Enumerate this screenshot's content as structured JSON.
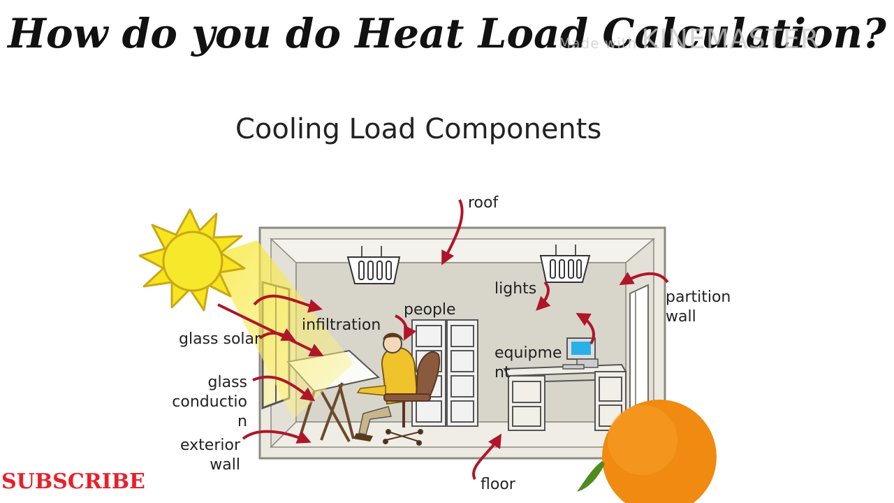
{
  "title": "How do you do Heat Load Calculation?",
  "watermark": {
    "small": "Made with",
    "brand": "KINEMASTER"
  },
  "diagram": {
    "title": "Cooling Load Components",
    "labels": {
      "roof": "roof",
      "lights": "lights",
      "people": "people",
      "infiltration": "infiltration",
      "glass_solar": "glass solar",
      "glass_conduction_1": "glass",
      "glass_conduction_2": "conductio",
      "glass_conduction_3": "n",
      "exterior_wall_1": "exterior",
      "exterior_wall_2": "wall",
      "partition_wall_1": "partition",
      "partition_wall_2": "wall",
      "equipment_1": "equipme",
      "equipment_2": "nt",
      "floor": "floor"
    }
  },
  "subscribe_label": "SUBSCRIBE",
  "colors": {
    "arrow": "#b01528",
    "sun": "#f7e51e",
    "room_fill": "#d8d5cb",
    "subscribe": "#e8202a"
  }
}
